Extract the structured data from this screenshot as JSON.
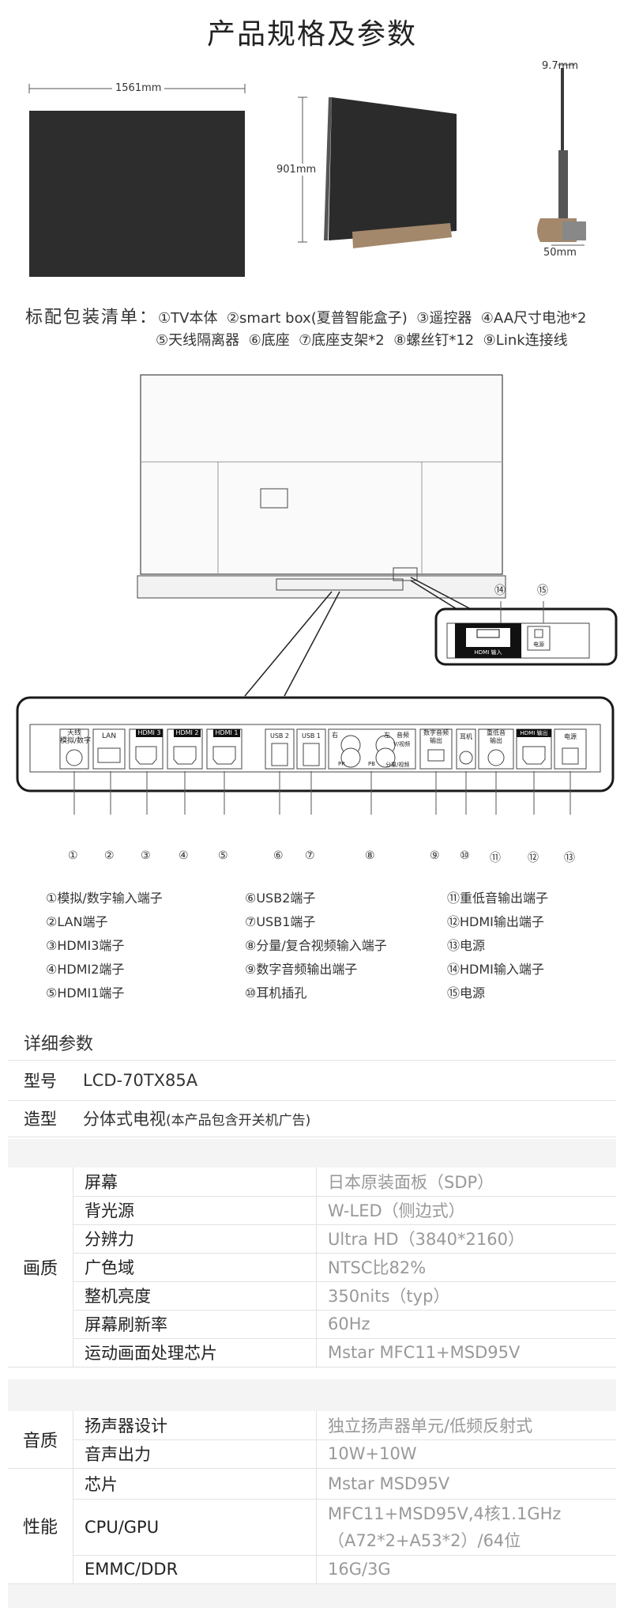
{
  "title": "产品规格及参数",
  "dims": {
    "width": "1561mm",
    "height": "901mm",
    "depth_top": "9.7mm",
    "depth_base": "50mm"
  },
  "package": {
    "label": "标配包装清单：",
    "line1": "①TV本体  ②smart box(夏普智能盒子)  ③遥控器  ④AA尺寸电池*2",
    "line2": "⑤天线隔离器  ⑥底座  ⑦底座支架*2  ⑧螺丝钉*12  ⑨Link连接线"
  },
  "port_panel": {
    "ports": [
      "天线\n模拟/数字",
      "LAN",
      "HDMI 3",
      "HDMI 2",
      "HDMI 1",
      "USB 2",
      "USB 1",
      "",
      "数字音频\n输出",
      "耳机",
      "重低音\n输出",
      "HDMI 输出",
      "电源"
    ],
    "component_labels": {
      "right": "右",
      "left": "左",
      "audio": "音频",
      "video": "V/视频",
      "pr": "PR",
      "pb": "PB",
      "y": "分量/视频"
    },
    "numbers": [
      "①",
      "②",
      "③",
      "④",
      "⑤",
      "⑥",
      "⑦",
      "⑧",
      "⑨",
      "⑩",
      "⑪",
      "⑫",
      "⑬"
    ],
    "box_hdmi_in": "HDMI 输入",
    "box_power": "电源",
    "box_numbers": [
      "⑭",
      "⑮"
    ]
  },
  "legend": {
    "col1": [
      "①模拟/数字输入端子",
      "②LAN端子",
      "③HDMI3端子",
      "④HDMI2端子",
      "⑤HDMI1端子"
    ],
    "col2": [
      "⑥USB2端子",
      "⑦USB1端子",
      "⑧分量/复合视频输入端子",
      "⑨数字音频输出端子",
      "⑩耳机插孔"
    ],
    "col3": [
      "⑪重低音输出端子",
      "⑫HDMI输出端子",
      "⑬电源",
      "⑭HDMI输入端子",
      "⑮电源"
    ]
  },
  "detail": {
    "heading": "详细参数",
    "model_label": "型号",
    "model_value": "LCD-70TX85A",
    "style_label": "造型",
    "style_value": "分体式电视",
    "style_note": "(本产品包含开关机广告)",
    "picture": {
      "group": "画质",
      "rows": [
        {
          "k": "屏幕",
          "v": "日本原装面板（SDP）"
        },
        {
          "k": "背光源",
          "v": "W-LED（侧边式）"
        },
        {
          "k": "分辨力",
          "v": "Ultra HD（3840*2160）"
        },
        {
          "k": "广色域",
          "v": "NTSC比82%"
        },
        {
          "k": "整机亮度",
          "v": "350nits（typ）"
        },
        {
          "k": "屏幕刷新率",
          "v": "60Hz"
        },
        {
          "k": "运动画面处理芯片",
          "v": "Mstar MFC11+MSD95V"
        }
      ]
    },
    "sound": {
      "group": "音质",
      "rows": [
        {
          "k": "扬声器设计",
          "v": "独立扬声器单元/低频反射式"
        },
        {
          "k": "音声出力",
          "v": "10W+10W"
        }
      ]
    },
    "perf": {
      "group": "性能",
      "rows": [
        {
          "k": "芯片",
          "v": "Mstar MSD95V"
        },
        {
          "k": "CPU/GPU",
          "v": "MFC11+MSD95V,4核1.1GHz",
          "v2": "（A72*2+A53*2）/64位"
        },
        {
          "k": "EMMC/DDR",
          "v": "16G/3G"
        }
      ]
    }
  },
  "colors": {
    "screen": "#2a2a2a",
    "stand": "#a4886c",
    "border": "#1a1a1a"
  }
}
